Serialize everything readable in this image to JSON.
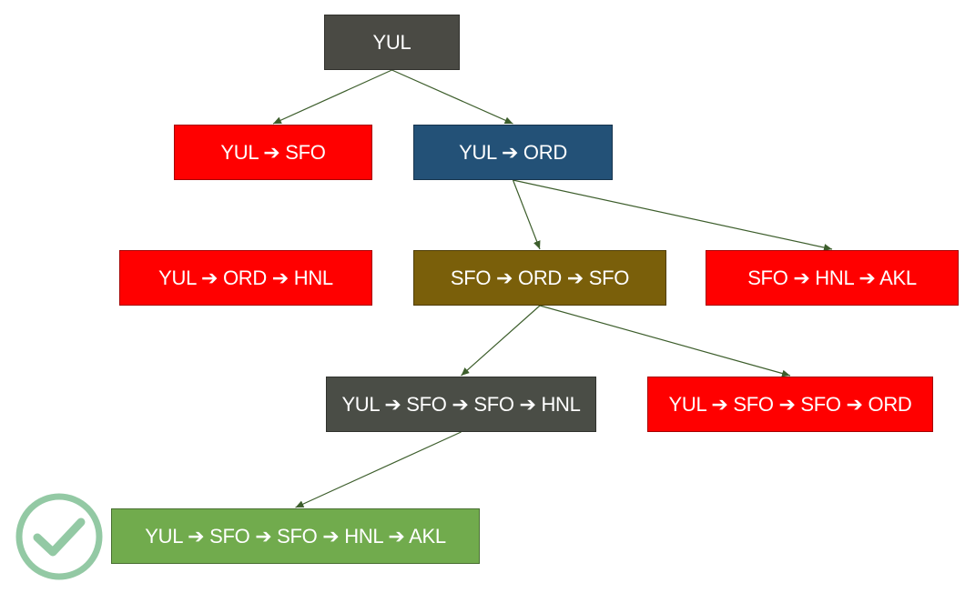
{
  "colors": {
    "root": "#4a4a44",
    "pruned": "#ff0000",
    "expanded_blue": "#235177",
    "expanded_brown": "#7a5f0a",
    "expanded_gray": "#4a4d46",
    "goal": "#71ab4d",
    "edge": "#3d5e2c",
    "check": "#93c9a4"
  },
  "nodes": [
    {
      "id": "root",
      "label": "YUL",
      "status": "root"
    },
    {
      "id": "n1",
      "label": "YUL ➔ SFO",
      "status": "pruned"
    },
    {
      "id": "n2",
      "label": "YUL ➔ ORD",
      "status": "expanded_blue"
    },
    {
      "id": "n3",
      "label": "YUL ➔ ORD ➔ HNL",
      "status": "pruned"
    },
    {
      "id": "n4",
      "label": "SFO ➔ ORD ➔ SFO",
      "status": "expanded_brown"
    },
    {
      "id": "n5",
      "label": "SFO ➔ HNL ➔ AKL",
      "status": "pruned"
    },
    {
      "id": "n6",
      "label": "YUL ➔ SFO ➔ SFO ➔ HNL",
      "status": "expanded_gray"
    },
    {
      "id": "n7",
      "label": "YUL ➔ SFO ➔ SFO ➔ ORD",
      "status": "pruned"
    },
    {
      "id": "goal",
      "label": "YUL ➔ SFO ➔ SFO ➔ HNL ➔ AKL",
      "status": "goal"
    }
  ],
  "edges": [
    [
      "root",
      "n1"
    ],
    [
      "root",
      "n2"
    ],
    [
      "n2",
      "n4"
    ],
    [
      "n2",
      "n5"
    ],
    [
      "n4",
      "n6"
    ],
    [
      "n4",
      "n7"
    ],
    [
      "n6",
      "goal"
    ]
  ],
  "goal_marker_icon": "check-circle-icon"
}
